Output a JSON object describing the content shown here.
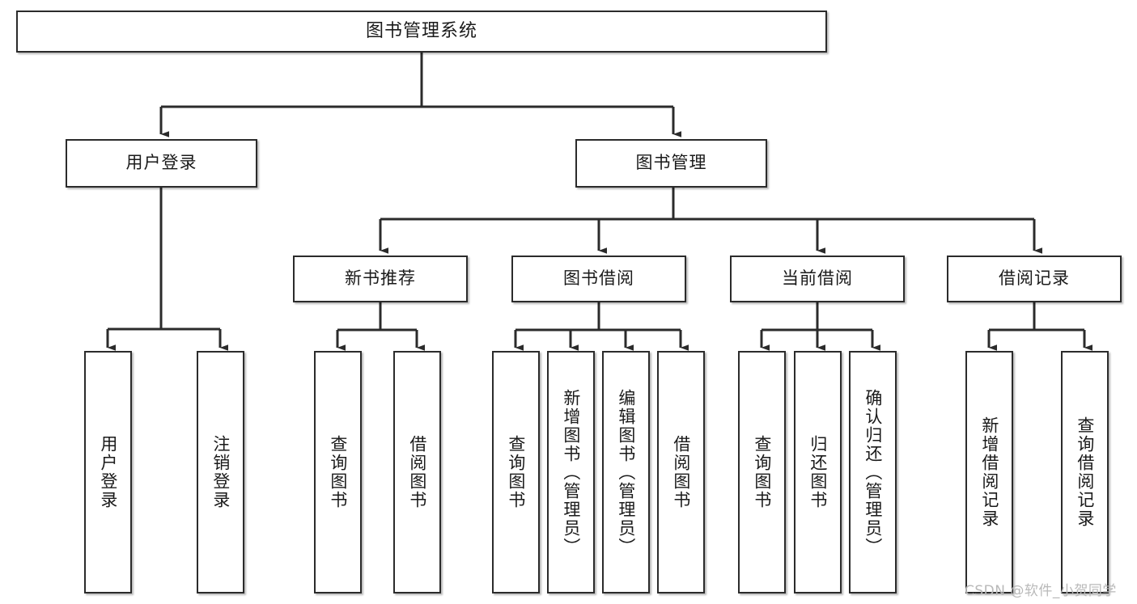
{
  "diagram": {
    "title": "图书管理系统",
    "type": "tree-hierarchy-chart",
    "watermark": "CSDN @软件_小贺同学",
    "colors": {
      "stroke": "#2b2b2b",
      "fill": "#ffffff",
      "text": "#1a1a1a",
      "watermark": "#b9b9b9"
    },
    "root": {
      "label": "图书管理系统"
    },
    "level2": [
      {
        "id": "user-login",
        "label": "用户登录"
      },
      {
        "id": "book-manage",
        "label": "图书管理"
      }
    ],
    "level3": [
      {
        "id": "new-book-rec",
        "label": "新书推荐"
      },
      {
        "id": "book-borrow",
        "label": "图书借阅"
      },
      {
        "id": "current-borrow",
        "label": "当前借阅"
      },
      {
        "id": "borrow-record",
        "label": "借阅记录"
      }
    ],
    "leaves": {
      "user_login": [
        {
          "id": "leaf-user-login",
          "label": "用户登录"
        },
        {
          "id": "leaf-logout-login",
          "label": "注销登录"
        }
      ],
      "new_book_rec": [
        {
          "id": "leaf-query-book-1",
          "label": "查询图书"
        },
        {
          "id": "leaf-borrow-book-1",
          "label": "借阅图书"
        }
      ],
      "book_borrow": [
        {
          "id": "leaf-query-book-2",
          "label": "查询图书"
        },
        {
          "id": "leaf-add-book",
          "label": "新增图书（管理员）"
        },
        {
          "id": "leaf-edit-book",
          "label": "编辑图书（管理员）"
        },
        {
          "id": "leaf-borrow-book-2",
          "label": "借阅图书"
        }
      ],
      "current_borrow": [
        {
          "id": "leaf-query-book-3",
          "label": "查询图书"
        },
        {
          "id": "leaf-return-book",
          "label": "归还图书"
        },
        {
          "id": "leaf-confirm-return",
          "label": "确认归还（管理员）"
        }
      ],
      "borrow_record": [
        {
          "id": "leaf-add-record",
          "label": "新增借阅记录"
        },
        {
          "id": "leaf-query-record",
          "label": "查询借阅记录"
        }
      ]
    }
  }
}
